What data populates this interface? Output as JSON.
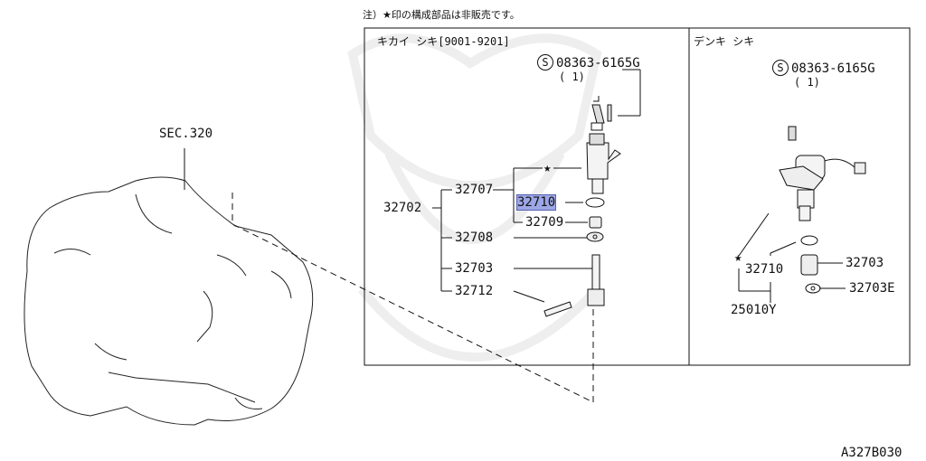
{
  "note": "注）★印の構成部品は非販売です。",
  "section_ref": "SEC.320",
  "figure_code": "A327B030",
  "left_panel": {
    "title": "キカイ シキ[9001-9201]",
    "screw_part": "08363-6165G",
    "screw_qty": "( 1)",
    "parts": {
      "assy": "32702",
      "p32707": "32707",
      "p32710": "32710",
      "p32709": "32709",
      "p32708": "32708",
      "p32703": "32703",
      "p32712": "32712"
    }
  },
  "right_panel": {
    "title": "デンキ シキ",
    "screw_part": "08363-6165G",
    "screw_qty": "( 1)",
    "parts": {
      "p32710": "32710",
      "p32703": "32703",
      "p32703E": "32703E",
      "p25010Y": "25010Y"
    }
  },
  "symbols": {
    "star": "★",
    "s_mark": "S"
  },
  "colors": {
    "highlight": "#9da7e6",
    "line": "#111111",
    "watermark": "#ececec"
  }
}
